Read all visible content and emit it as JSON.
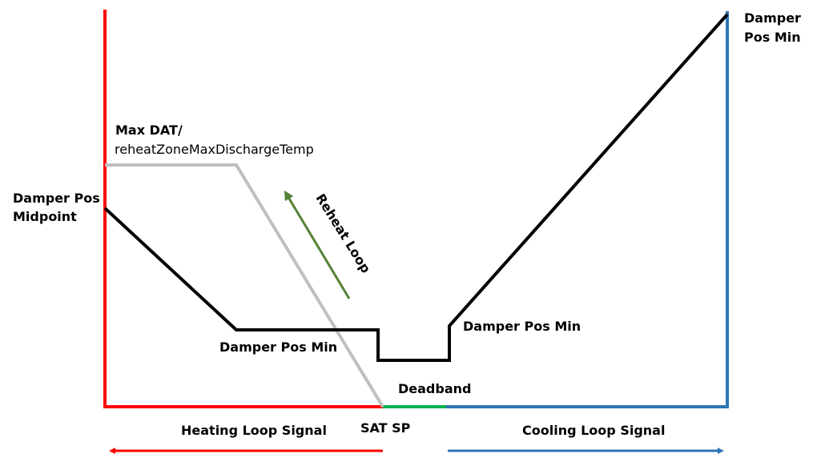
{
  "labels": {
    "max_dat": "Max DAT/",
    "max_dat_param": "reheatZoneMaxDischargeTemp",
    "damper_pos_midpoint_1": "Damper Pos",
    "damper_pos_midpoint_2": "Midpoint",
    "damper_pos_min_heating": "Damper Pos Min",
    "damper_pos_min_cooling": "Damper Pos Min",
    "damper_pos_min_top_1": "Damper",
    "damper_pos_min_top_2": "Pos Min",
    "reheat_loop": "Reheat Loop",
    "deadband": "Deadband",
    "sat_sp": "SAT SP",
    "heating_loop_signal": "Heating Loop Signal",
    "cooling_loop_signal": "Cooling Loop Signal"
  },
  "colors": {
    "heating": "#ff0000",
    "cooling": "#2e75b6",
    "deadband": "#00b050",
    "reheat_arrow": "#548235",
    "damper": "#000000",
    "discharge_temp": "#bfbfbf"
  }
}
